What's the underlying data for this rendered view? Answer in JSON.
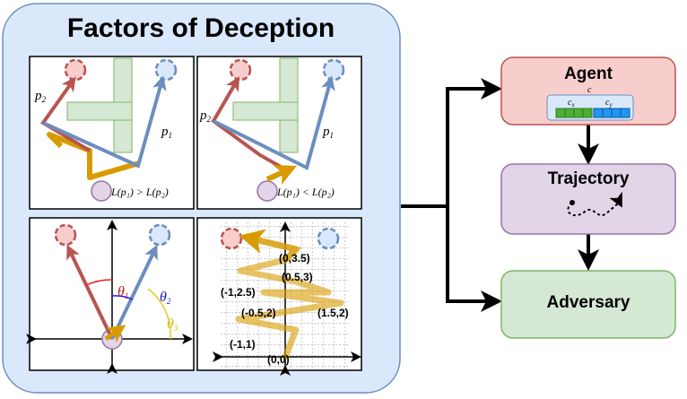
{
  "title": "Factors of Deception",
  "panels": {
    "top_left": {
      "p2": "p",
      "p2_sub": "2",
      "p1": "p",
      "p1_sub": "1",
      "formula": "L(p₁) > L(p₂)"
    },
    "top_right": {
      "p2": "p",
      "p2_sub": "2",
      "p1": "p",
      "p1_sub": "1",
      "formula": "L(p₁) < L(p₂)"
    },
    "bottom_left": {
      "theta1": "θ",
      "theta1_sub": "1",
      "theta2": "θ",
      "theta2_sub": "2",
      "theta3": "θ",
      "theta3_sub": "3"
    },
    "bottom_right": {
      "coords": [
        "(0,3.5)",
        "(0.5,3)",
        "(-1,2.5)",
        "(-0.5,2)",
        "(1.5,2)",
        "(-1,1)",
        "(0,0)"
      ]
    }
  },
  "flow": {
    "agent": {
      "label": "Agent",
      "c": "c",
      "cx": "c",
      "cx_sub": "x",
      "cy": "c",
      "cy_sub": "y"
    },
    "trajectory": {
      "label": "Trajectory"
    },
    "adversary": {
      "label": "Adversary"
    }
  },
  "colors": {
    "outer_fill": "#dae8fc",
    "outer_stroke": "#6c8ebf",
    "agent_fill": "#f8cecc",
    "agent_stroke": "#b85450",
    "trajectory_fill": "#e1d5e7",
    "trajectory_stroke": "#9673a6",
    "adversary_fill": "#d5e8d4",
    "adversary_stroke": "#82b366",
    "red_path": "#b85450",
    "blue_path": "#6c8ebf",
    "gold_path": "#d79b00"
  }
}
